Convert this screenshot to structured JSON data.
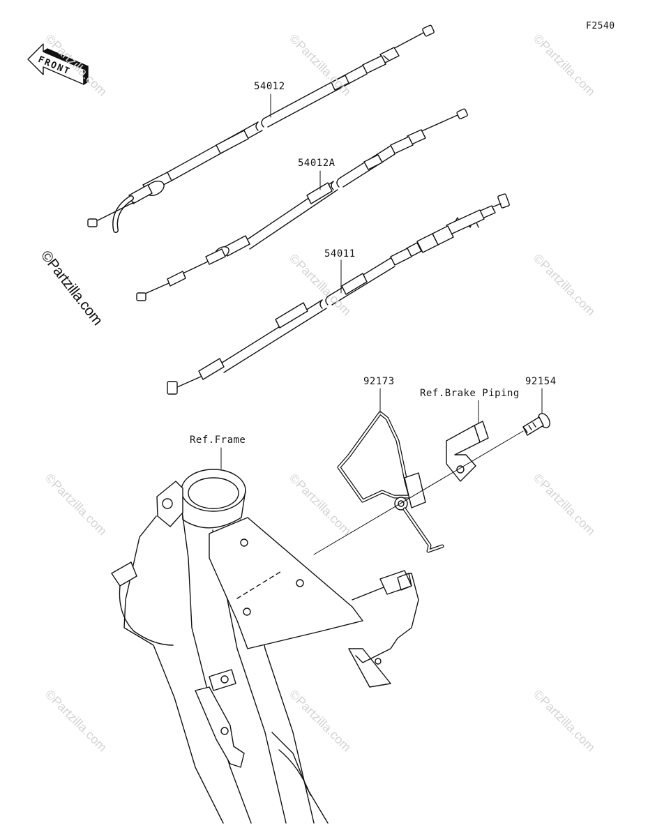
{
  "figure_code": "F2540",
  "front_arrow": {
    "label": "FRONT"
  },
  "parts": [
    {
      "id": "cable-54012",
      "number": "54012"
    },
    {
      "id": "cable-54012a",
      "number": "54012A"
    },
    {
      "id": "cable-54011",
      "number": "54011"
    },
    {
      "id": "guide-92173",
      "number": "92173"
    },
    {
      "id": "bolt-92154",
      "number": "92154"
    }
  ],
  "refs": {
    "brake_piping": "Ref.Brake Piping",
    "frame": "Ref.Frame"
  },
  "watermark": {
    "main": "©Partzilla.com",
    "faint": "©Partzilla.com"
  }
}
